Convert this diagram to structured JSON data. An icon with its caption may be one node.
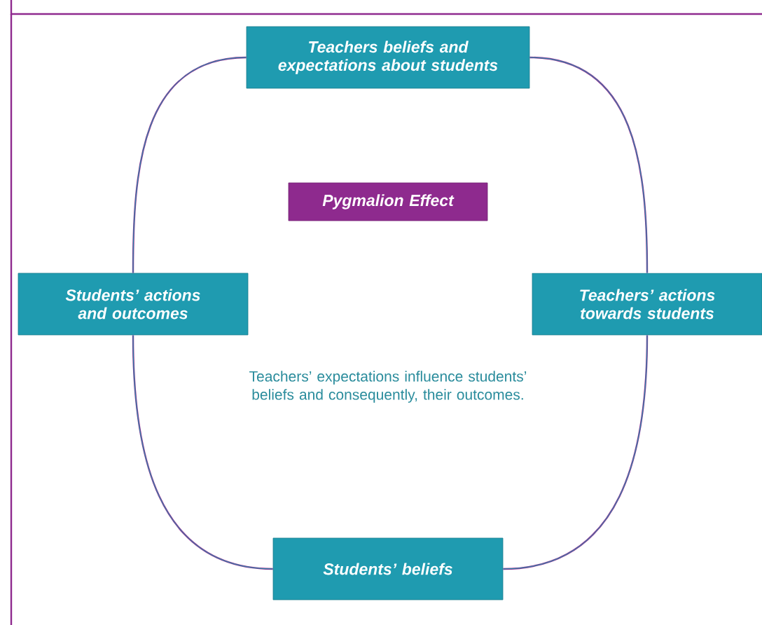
{
  "diagram": {
    "nodes": [
      {
        "text": [
          "Teachers beliefs and expectations about students"
        ]
      },
      {
        "text": [
          "Pygmalion Effect"
        ]
      },
      {
        "text": [
          "Students’ actions and outcomes"
        ]
      },
      {
        "text": [
          "Teachers’ actions towards students"
        ]
      },
      {
        "text": [
          "Students’ beliefs"
        ]
      }
    ],
    "edges": [
      {
        "from": 0,
        "to": 3,
        "arrow": "none"
      },
      {
        "from": 3,
        "to": 4,
        "arrow": "none"
      },
      {
        "from": 4,
        "to": 2,
        "arrow": "none"
      },
      {
        "from": 2,
        "to": 0,
        "arrow": "none"
      }
    ],
    "labels": [
      "Teachers’ expectations influence students’ beliefs and consequently, their outcomes."
    ]
  }
}
